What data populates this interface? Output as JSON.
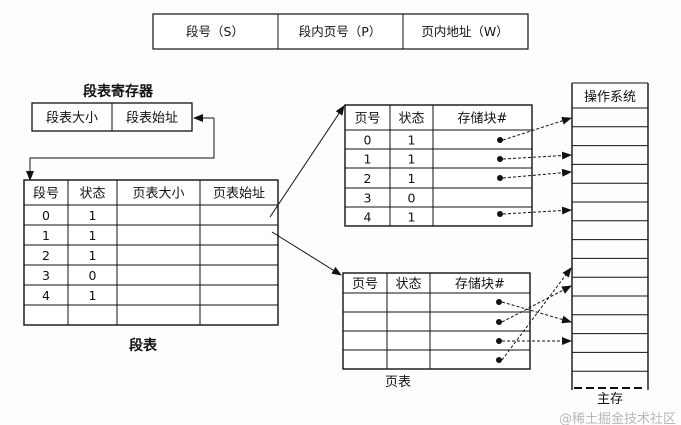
{
  "address_format": {
    "fields": [
      "段号（S）",
      "段内页号（P）",
      "页内地址（W）"
    ]
  },
  "segment_register": {
    "title": "段表寄存器",
    "fields": [
      "段表大小",
      "段表始址"
    ]
  },
  "segment_table": {
    "caption": "段表",
    "headers": [
      "段号",
      "状态",
      "页表大小",
      "页表始址"
    ],
    "rows": [
      [
        "0",
        "1",
        "",
        ""
      ],
      [
        "1",
        "1",
        "",
        ""
      ],
      [
        "2",
        "1",
        "",
        ""
      ],
      [
        "3",
        "0",
        "",
        ""
      ],
      [
        "4",
        "1",
        "",
        ""
      ],
      [
        "",
        "",
        "",
        ""
      ]
    ]
  },
  "page_table_1": {
    "headers": [
      "页号",
      "状态",
      "存储块#"
    ],
    "rows": [
      [
        "0",
        "1",
        ""
      ],
      [
        "1",
        "1",
        ""
      ],
      [
        "2",
        "1",
        ""
      ],
      [
        "3",
        "0",
        ""
      ],
      [
        "4",
        "1",
        ""
      ]
    ]
  },
  "page_table_2": {
    "caption": "页表",
    "headers": [
      "页号",
      "状态",
      "存储块#"
    ],
    "rows": [
      [
        "",
        "",
        ""
      ],
      [
        "",
        "",
        ""
      ],
      [
        "",
        "",
        ""
      ],
      [
        "",
        "",
        ""
      ]
    ]
  },
  "main_memory": {
    "caption": "主存",
    "header": "操作系统"
  },
  "watermark": "@稀土掘金技术社区"
}
